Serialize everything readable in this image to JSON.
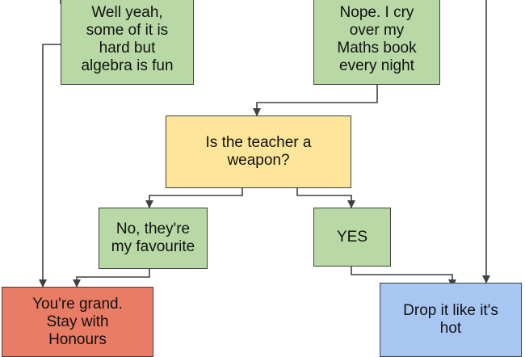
{
  "colors": {
    "green": "#b8d9a5",
    "yellow": "#fde69a",
    "red": "#e97c64",
    "blue": "#a8c6f2",
    "line": "#404040"
  },
  "nodes": {
    "algebra_fun": "Well yeah,\nsome of it is\nhard but\nalgebra is fun",
    "cry_maths": "Nope. I cry\nover my\nMaths book\nevery night",
    "teacher_weapon": "Is the teacher a\nweapon?",
    "not_weapon": "No, they're\nmy favourite",
    "yes": "YES",
    "stay_honours": "You're grand.\nStay with\nHonours",
    "drop_it": "Drop it like it's\nhot"
  }
}
